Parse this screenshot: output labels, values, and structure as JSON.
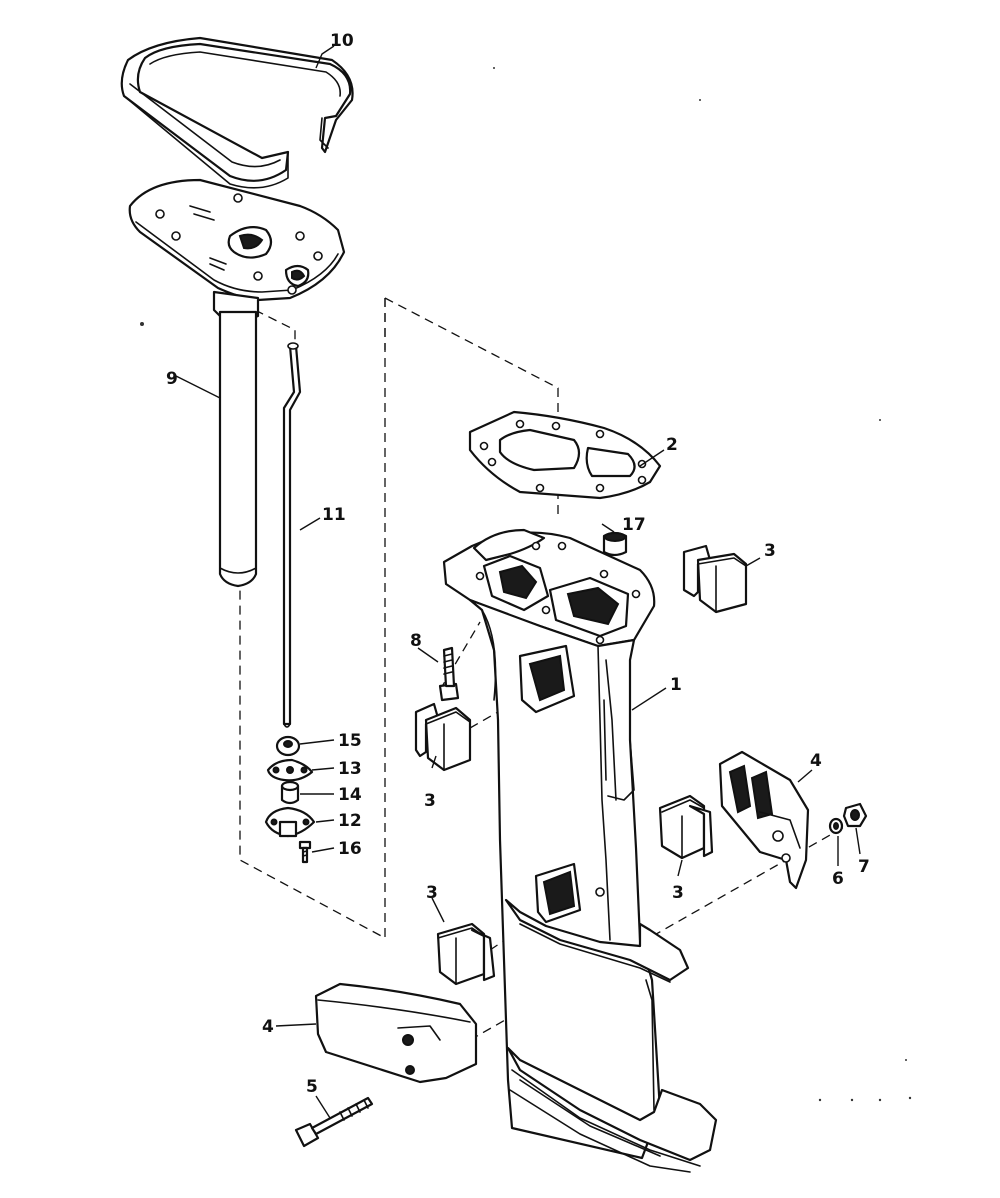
{
  "diagram": {
    "colors": {
      "ink": "#111111",
      "paper": "#ffffff"
    },
    "callouts": [
      {
        "id": "c1",
        "text": "1"
      },
      {
        "id": "c2",
        "text": "2"
      },
      {
        "id": "c3a",
        "text": "3"
      },
      {
        "id": "c3b",
        "text": "3"
      },
      {
        "id": "c3c",
        "text": "3"
      },
      {
        "id": "c3d",
        "text": "3"
      },
      {
        "id": "c4a",
        "text": "4"
      },
      {
        "id": "c4b",
        "text": "4"
      },
      {
        "id": "c5",
        "text": "5"
      },
      {
        "id": "c6",
        "text": "6"
      },
      {
        "id": "c7",
        "text": "7"
      },
      {
        "id": "c8",
        "text": "8"
      },
      {
        "id": "c9",
        "text": "9"
      },
      {
        "id": "c10",
        "text": "10"
      },
      {
        "id": "c11",
        "text": "11"
      },
      {
        "id": "c12",
        "text": "12"
      },
      {
        "id": "c13",
        "text": "13"
      },
      {
        "id": "c14",
        "text": "14"
      },
      {
        "id": "c15",
        "text": "15"
      },
      {
        "id": "c16",
        "text": "16"
      },
      {
        "id": "c17",
        "text": "17"
      }
    ]
  }
}
